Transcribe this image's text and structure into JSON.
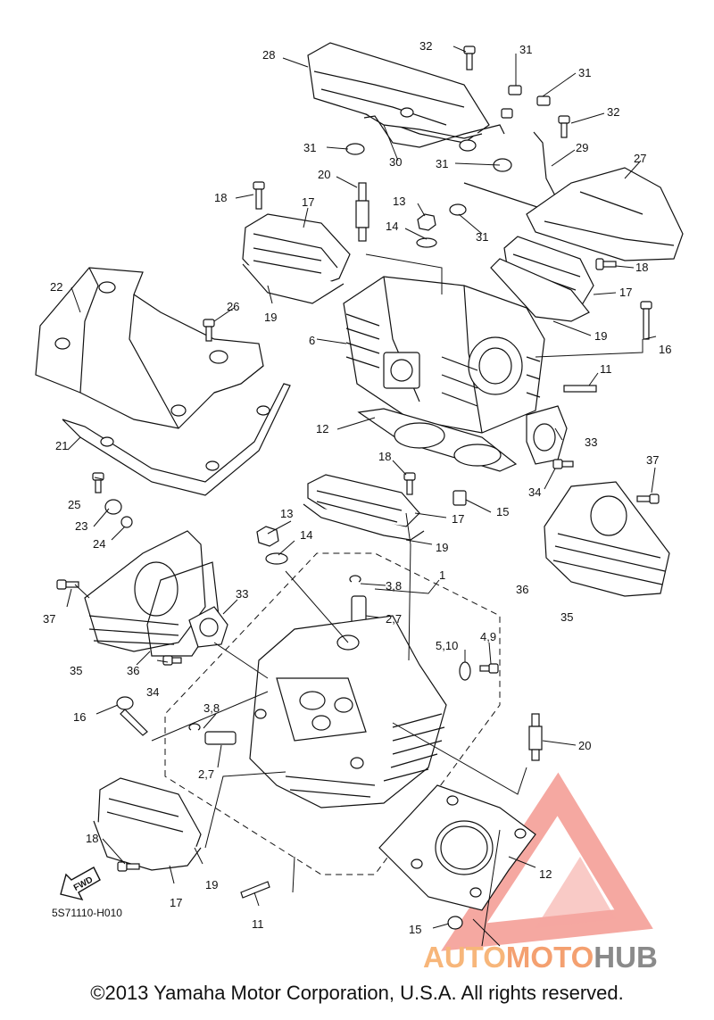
{
  "diagram": {
    "part_labels": [
      {
        "id": "l28",
        "text": "28"
      },
      {
        "id": "l32a",
        "text": "32"
      },
      {
        "id": "l31a",
        "text": "31"
      },
      {
        "id": "l31b",
        "text": "31"
      },
      {
        "id": "l32b",
        "text": "32"
      },
      {
        "id": "l31c",
        "text": "31"
      },
      {
        "id": "l30",
        "text": "30"
      },
      {
        "id": "l31d",
        "text": "31"
      },
      {
        "id": "l29",
        "text": "29"
      },
      {
        "id": "l27",
        "text": "27"
      },
      {
        "id": "l20a",
        "text": "20"
      },
      {
        "id": "l18a",
        "text": "18"
      },
      {
        "id": "l17a",
        "text": "17"
      },
      {
        "id": "l13a",
        "text": "13"
      },
      {
        "id": "l14a",
        "text": "14"
      },
      {
        "id": "l31e",
        "text": "31"
      },
      {
        "id": "l18b",
        "text": "18"
      },
      {
        "id": "l22",
        "text": "22"
      },
      {
        "id": "l17b",
        "text": "17"
      },
      {
        "id": "l26",
        "text": "26"
      },
      {
        "id": "l19a",
        "text": "19"
      },
      {
        "id": "l6",
        "text": "6"
      },
      {
        "id": "l19b",
        "text": "19"
      },
      {
        "id": "l16a",
        "text": "16"
      },
      {
        "id": "l11a",
        "text": "11"
      },
      {
        "id": "l12a",
        "text": "12"
      },
      {
        "id": "l33a",
        "text": "33"
      },
      {
        "id": "l21",
        "text": "21"
      },
      {
        "id": "l18c",
        "text": "18"
      },
      {
        "id": "l37a",
        "text": "37"
      },
      {
        "id": "l25",
        "text": "25"
      },
      {
        "id": "l34a",
        "text": "34"
      },
      {
        "id": "l15a",
        "text": "15"
      },
      {
        "id": "l23",
        "text": "23"
      },
      {
        "id": "l17c",
        "text": "17"
      },
      {
        "id": "l24",
        "text": "24"
      },
      {
        "id": "l13b",
        "text": "13"
      },
      {
        "id": "l14b",
        "text": "14"
      },
      {
        "id": "l19c",
        "text": "19"
      },
      {
        "id": "l1",
        "text": "1"
      },
      {
        "id": "l38a",
        "text": "3,8"
      },
      {
        "id": "l36a",
        "text": "36"
      },
      {
        "id": "l35a",
        "text": "35"
      },
      {
        "id": "l37b",
        "text": "37"
      },
      {
        "id": "l33b",
        "text": "33"
      },
      {
        "id": "l27a",
        "text": "2,7"
      },
      {
        "id": "l510",
        "text": "5,10"
      },
      {
        "id": "l49",
        "text": "4,9"
      },
      {
        "id": "l35b",
        "text": "35"
      },
      {
        "id": "l36b",
        "text": "36"
      },
      {
        "id": "l34b",
        "text": "34"
      },
      {
        "id": "l16b",
        "text": "16"
      },
      {
        "id": "l38b",
        "text": "3,8"
      },
      {
        "id": "l20b",
        "text": "20"
      },
      {
        "id": "l27b",
        "text": "2,7"
      },
      {
        "id": "l18d",
        "text": "18"
      },
      {
        "id": "l12b",
        "text": "12"
      },
      {
        "id": "l19d",
        "text": "19"
      },
      {
        "id": "l17d",
        "text": "17"
      },
      {
        "id": "l11b",
        "text": "11"
      },
      {
        "id": "l15b",
        "text": "15"
      }
    ],
    "fwd_arrow_label": "FWD",
    "reference_code": "5S71110-H010",
    "copyright": "©2013 Yamaha Motor Corporation, U.S.A. All rights reserved.",
    "watermark": {
      "part1": "AUTO",
      "part2": "MOTO",
      "part3": "HUB",
      "color_auto": "#f7b67a",
      "color_moto": "#f4a070",
      "color_hub": "#8a8a8a",
      "logo_color": "#f28b82"
    },
    "line_color": "#111111"
  }
}
